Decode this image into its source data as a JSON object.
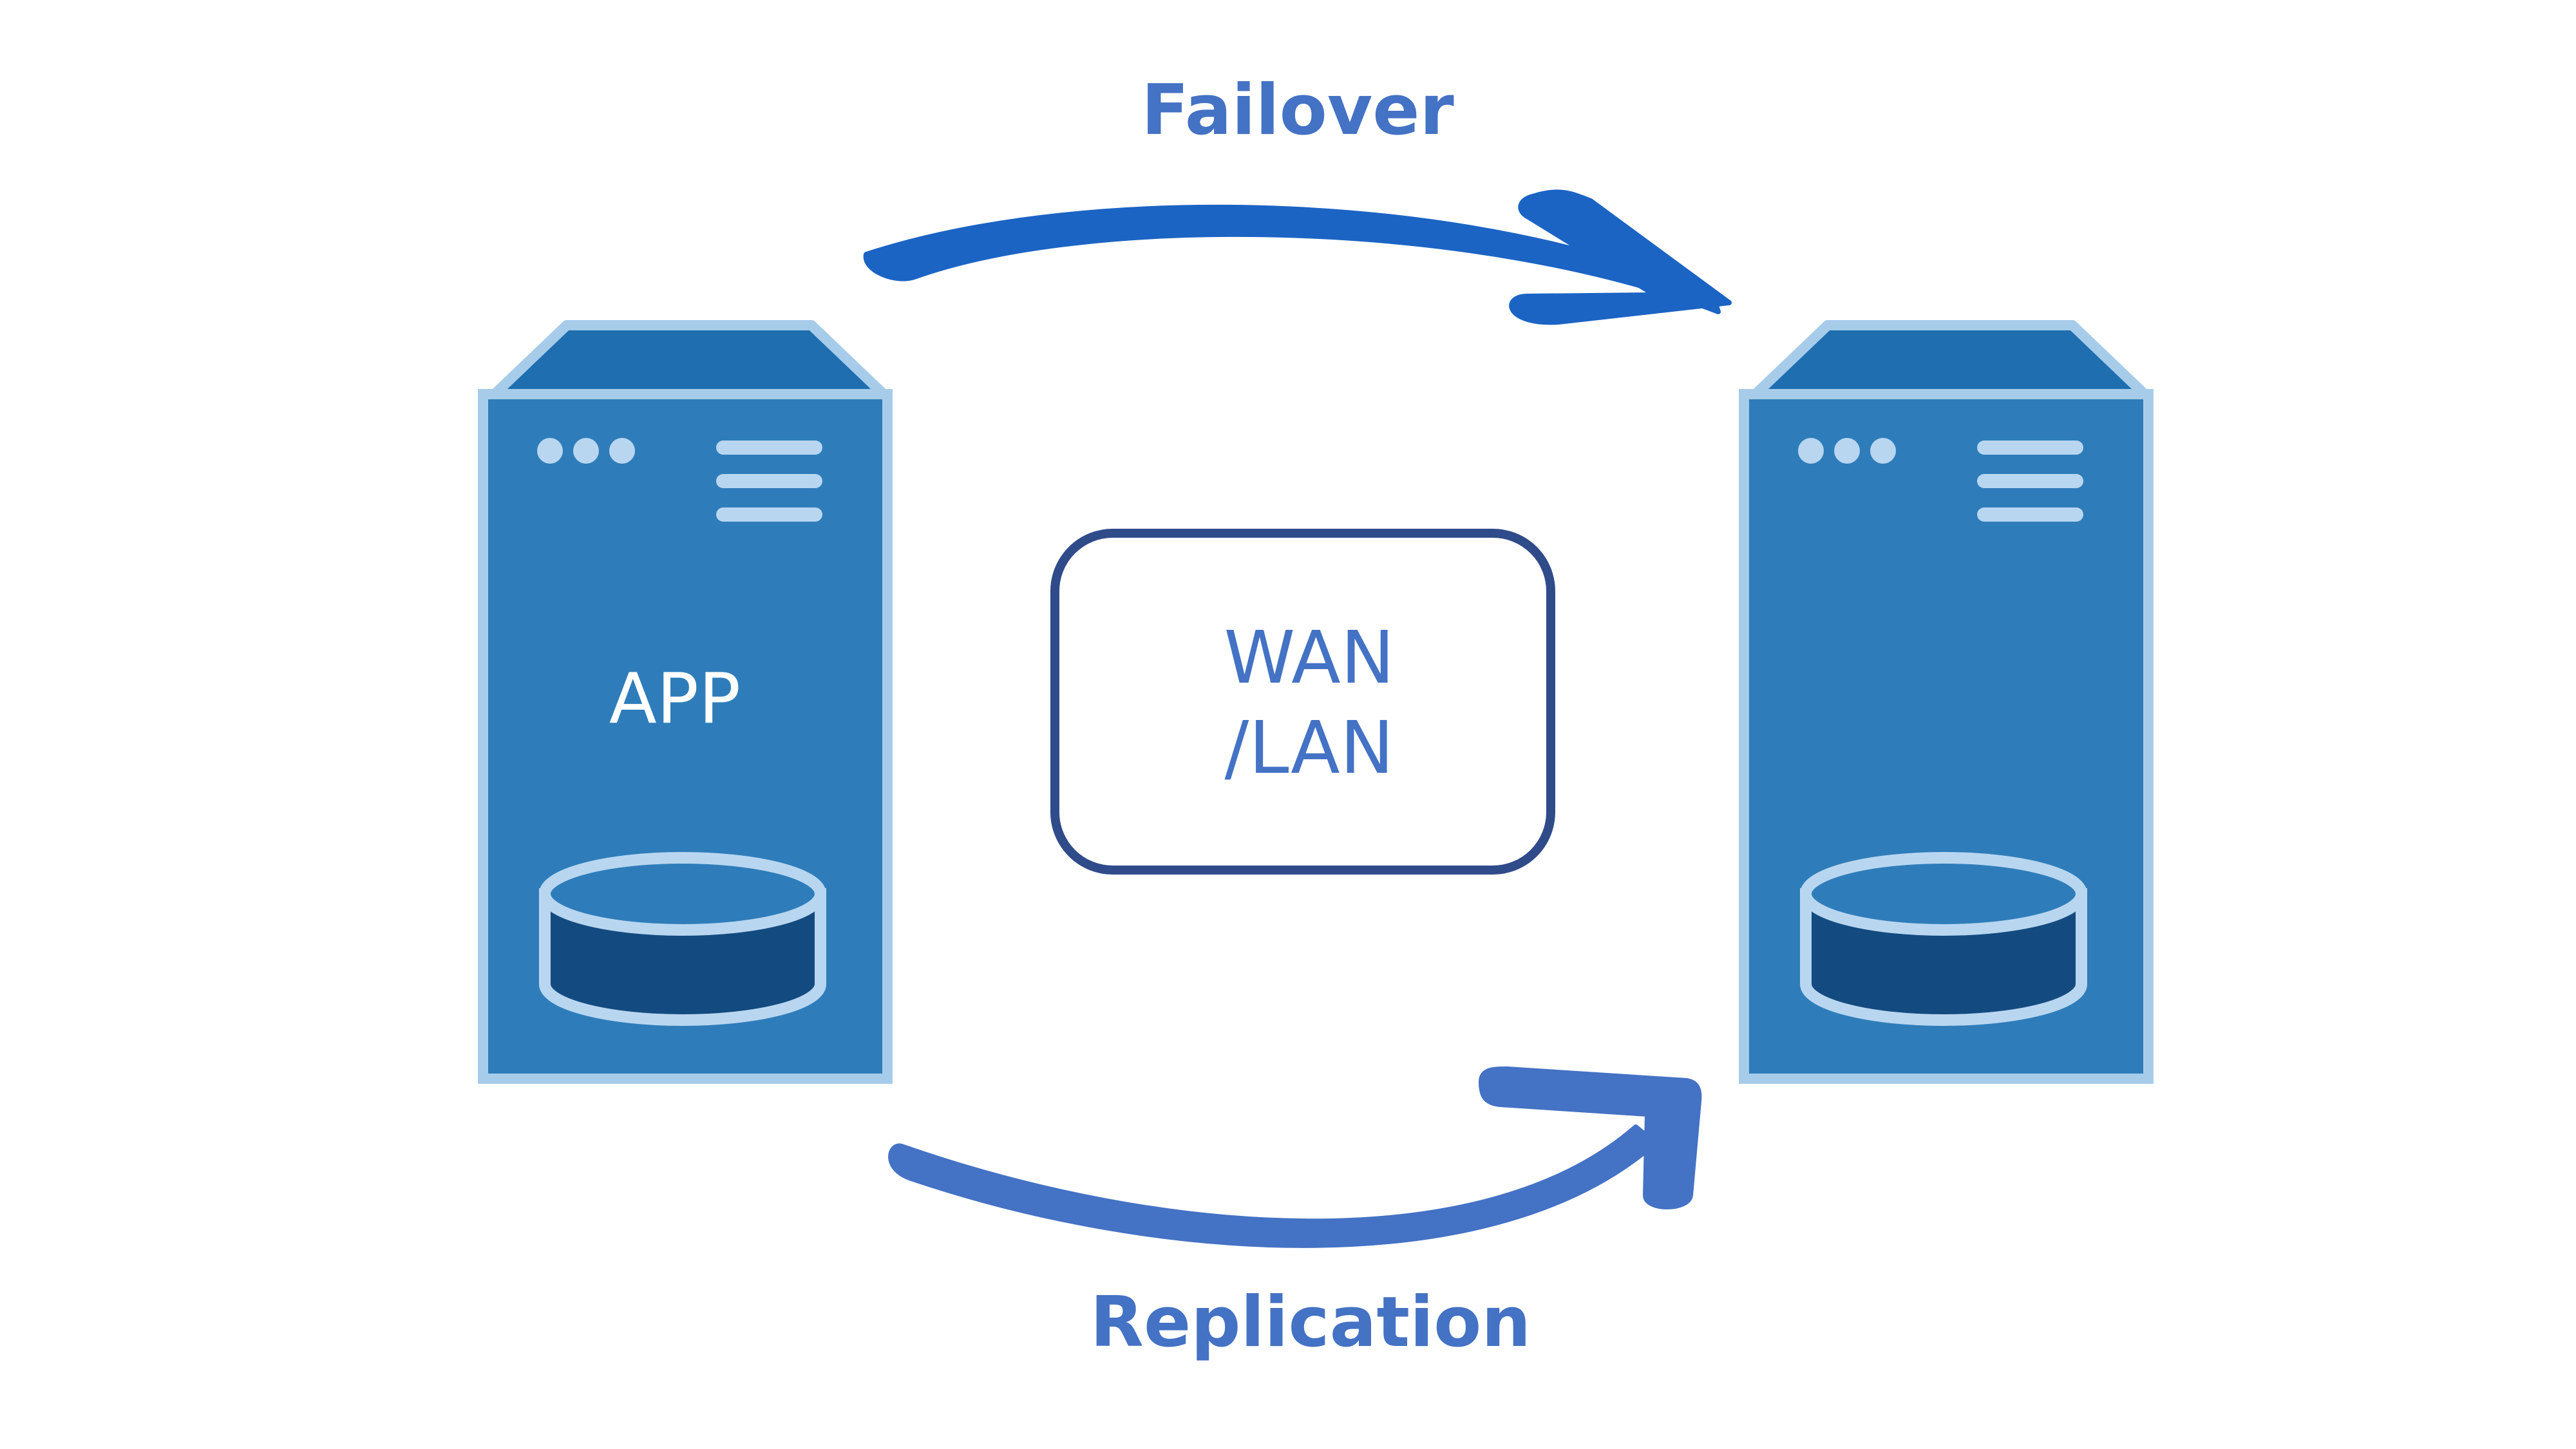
{
  "labels": {
    "failover": "Failover",
    "replication": "Replication"
  },
  "network": {
    "line1": "WAN",
    "line2": "/LAN"
  },
  "servers": {
    "primary": {
      "label": "APP"
    }
  },
  "colors": {
    "server_body": "#2E7DBA",
    "server_outline": "#A7CCEA",
    "server_top": "#1E6EB0",
    "detail_light": "#B9D6F0",
    "disk_dark": "#134B80",
    "arrow_failover": "#1B64C4",
    "arrow_replication": "#4472C4",
    "label_text": "#4472C4",
    "box_border": "#2F4B8A",
    "app_text": "#FFFFFF"
  }
}
